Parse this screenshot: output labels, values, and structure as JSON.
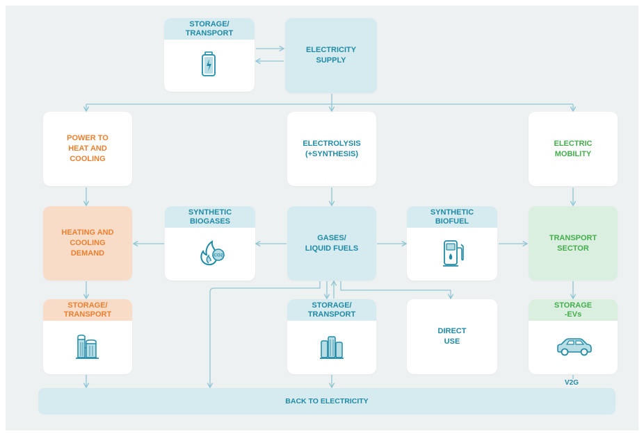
{
  "colors": {
    "teal": "#1f8aa6",
    "orange": "#ee7f2e",
    "green": "#43ad4c",
    "blue_fill": "#d5ebef",
    "orange_fill": "#f8dcc7",
    "green_fill": "#daefdf",
    "background": "#eef1f2"
  },
  "nodes": {
    "storage_transport_top": "STORAGE/\nTRANSPORT",
    "electricity_supply": "ELECTRICITY\nSUPPLY",
    "power_to_heat": "POWER TO\nHEAT AND\nCOOLING",
    "electrolysis": "ELECTROLYSIS\n(+SYNTHESIS)",
    "electric_mobility": "ELECTRIC\nMOBILITY",
    "heating_cooling_demand": "HEATING AND\nCOOLING\nDEMAND",
    "synthetic_biogases": "SYNTHETIC\nBIOGASES",
    "gases_liquid_fuels": "GASES/\nLIQUID FUELS",
    "synthetic_biofuel": "SYNTHETIC\nBIOFUEL",
    "transport_sector": "TRANSPORT\nSECTOR",
    "storage_transport_left": "STORAGE/\nTRANSPORT",
    "storage_transport_mid": "STORAGE/\nTRANSPORT",
    "direct_use": "DIRECT\nUSE",
    "storage_evs": "STORAGE\n-EVs",
    "back_to_electricity": "BACK TO ELECTRICITY",
    "v2g": "V2G"
  },
  "icons": {
    "battery": "battery-icon",
    "flame_gas": "flame-gas-icon",
    "fuel_pump": "fuel-pump-icon",
    "industrial_tanks": "industrial-tanks-icon",
    "storage_tanks": "storage-tanks-icon",
    "car": "car-icon"
  }
}
